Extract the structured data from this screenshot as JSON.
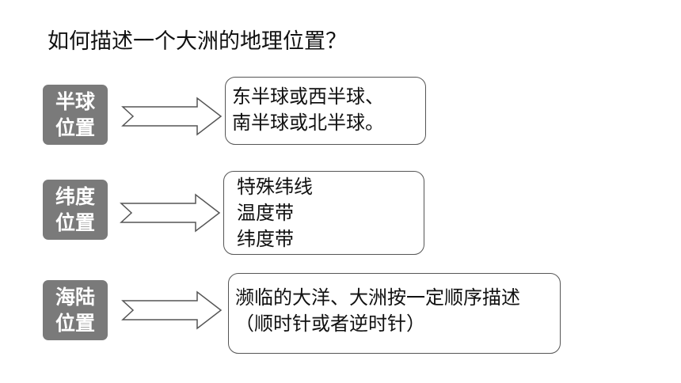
{
  "title": "如何描述一个大洲的地理位置？",
  "rows": [
    {
      "label": [
        "半球",
        "位置"
      ],
      "lines": [
        "东半球或西半球、",
        "南半球或北半球。"
      ]
    },
    {
      "label": [
        "纬度",
        "位置"
      ],
      "lines": [
        "特殊纬线",
        "温度带",
        "纬度带"
      ]
    },
    {
      "label": [
        "海陆",
        "位置"
      ],
      "lines": [
        "濒临的大洋、大洲按一定顺序描述",
        "（顺时针或者逆时针）"
      ]
    }
  ],
  "colors": {
    "label_bg": "#7a7a7a",
    "border": "#555555"
  },
  "icons": {
    "arrow": "right-arrow-outline-icon"
  }
}
